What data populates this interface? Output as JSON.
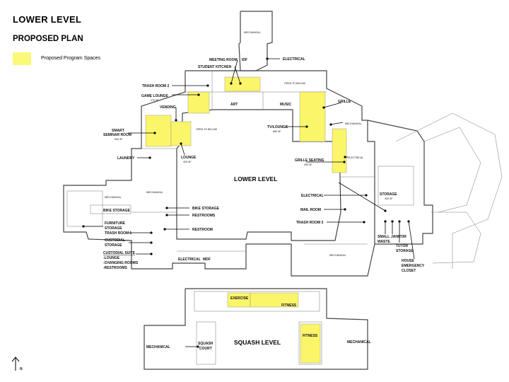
{
  "title": "LOWER LEVEL",
  "subtitle": "PROPOSED PLAN",
  "legend": {
    "swatch_color": "#fbf97a",
    "label": "Proposed Program Spaces"
  },
  "north_symbol": "N",
  "level_names": {
    "lower": "LOWER LEVEL",
    "squash": "SQUASH LEVEL"
  },
  "rooms": {
    "mechanical_top": "MECHANICAL",
    "meeting_room": "MEETING ROOM",
    "idf": "IDF",
    "electrical_top": "ELECTRICAL",
    "student_kitchen": "STUDENT KITCHEN",
    "trash_room_2": "TRASH ROOM 2",
    "open_to_above_n": "OPEN TO BELOW",
    "game_lounge": "GAME LOUNGE",
    "game_lounge_area": "270 SF",
    "art": "ART",
    "music": "MUSIC",
    "grille": "GRILLE",
    "vending": "VENDING",
    "mechanical_e": "MECHANICAL",
    "smart_seminar_1": "SMART",
    "smart_seminar_2": "SEMINAR ROOM",
    "smart_seminar_area": "530 SF",
    "open_to_above_w": "OPEN TO BELOW",
    "tv_lounge": "TV/LOUNGE",
    "tv_lounge_area": "850 SF",
    "electrical_e": "ELECTRICAL",
    "laundry": "LAUNDRY",
    "lounge": "LOUNGE",
    "lounge_area": "425 SF",
    "grille_seating": "GRILLE SEATING",
    "grille_seating_area": "350 SF",
    "mechanical_mid": "MECHANICAL",
    "mechanical_w": "MECHANICAL",
    "storage": "STORAGE",
    "storage_area": "300 SF",
    "electrical_mid": "ELECTRICAL",
    "bike_storage_w": "BIKE STORAGE",
    "bike_storage": "BIKE STORAGE",
    "restrooms": "RESTROOMS",
    "mail_room": "MAIL ROOM",
    "furniture_storage_1": "FURNITURE",
    "furniture_storage_2": "STORAGE",
    "restroom": "RESTROOM",
    "trash_room_3": "TRASH ROOM 3",
    "trash_room_1": "TRASH ROOM 1",
    "custodial_storage_1": "CUSTODIAL",
    "custodial_storage_2": "STORAGE",
    "small_waste_1": "SMALL",
    "small_waste_2": "WASTE",
    "janitor": "JANITOR",
    "tutor_storage_1": "TUTOR",
    "tutor_storage_2": "STORAGE",
    "custodial_suite": "CUSTODIAL SUITE",
    "cs_lounge": "-LOUNGE",
    "cs_changing": "-CHANGING ROOMS",
    "cs_restrooms": "-RESTROOMS",
    "electrical_s": "ELECTRICAL",
    "mdf": "MDF",
    "mechanical_s": "MECHANICAL",
    "house_closet_1": "HOUSE",
    "house_closet_2": "EMERGENCY",
    "house_closet_3": "CLOSET",
    "exercise": "EXERCISE",
    "fitness_1": "FITNESS",
    "fitness_2": "FITNESS",
    "mechanical_sq_w": "MECHANICAL",
    "squash_court_1": "SQUASH",
    "squash_court_2": "COURT",
    "mechanical_sq_e": "MECHANICAL"
  }
}
